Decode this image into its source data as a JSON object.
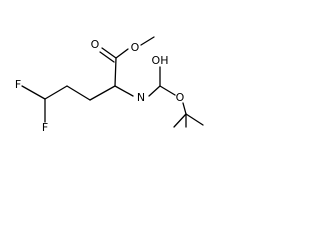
{
  "molecule": {
    "atoms": {
      "ester_carbonyl_o": "O",
      "ester_ether_o": "O",
      "fluorine_upper": "F",
      "fluorine_lower": "F",
      "hydroxyl": "OH",
      "amide_n": "N",
      "boc_ether_o": "O"
    }
  }
}
